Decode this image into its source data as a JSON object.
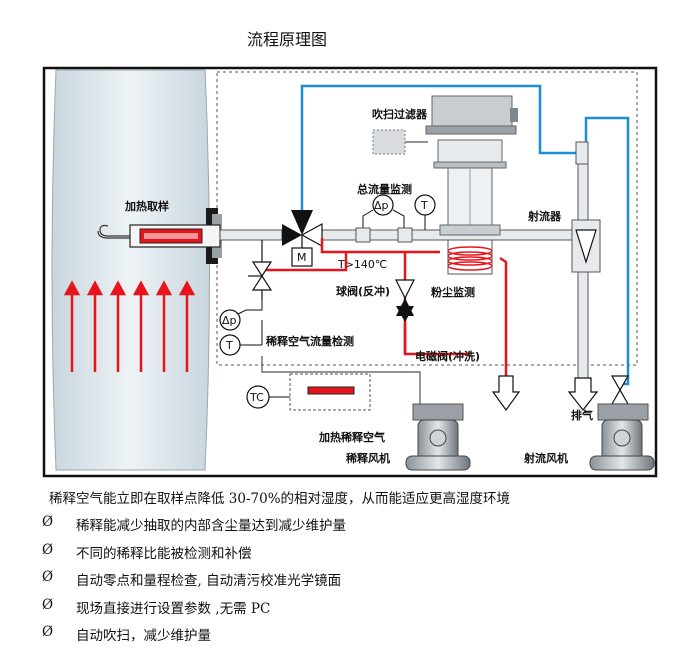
{
  "title": "流程原理图",
  "diagram": {
    "labels": {
      "heating_sampling": "加热取样",
      "purge_filter": "吹扫过滤器",
      "total_flow_monitor": "总流量监测",
      "delta_p": "Δp",
      "t": "T",
      "m": "M",
      "ejector": "射流器",
      "temp": "T>140℃",
      "ball_valve": "球阀(反冲)",
      "dust_monitor": "粉尘监测",
      "dilution_flow": "稀释空气流量检测",
      "solenoid_valve": "电磁阀(冲洗)",
      "tc": "TC",
      "heated_blower_1": "加热稀释空气",
      "heated_blower_2": "稀释风机",
      "exhaust": "排气",
      "ejector_fan": "射流风机"
    },
    "colors": {
      "blue_line": "#1a8fd6",
      "red_line": "#e8141c",
      "grey_pipe": "#cfd4d8",
      "stack": "#dde5ea"
    }
  },
  "caption": "稀释空气能立即在取样点降低 30-70%的相对湿度，从而能适应更高湿度环境",
  "bullet_mark": "Ø",
  "bullets": [
    "稀释能减少抽取的内部含尘量达到减少维护量",
    "不同的稀释比能被检测和补偿",
    "自动零点和量程检查, 自动清污校准光学镜面",
    "现场直接进行设置参数 ,无需 PC",
    "自动吹扫，减少维护量"
  ]
}
